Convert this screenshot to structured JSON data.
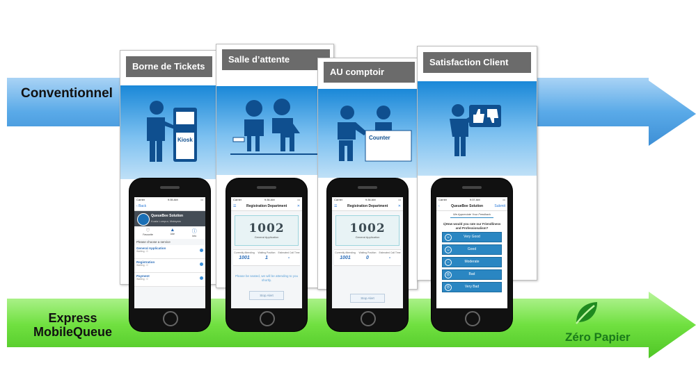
{
  "rows": {
    "conventional_label": "Conventionnel",
    "express_line1": "Express",
    "express_line2": "MobileQueue",
    "paperless_label": "Zéro Papier"
  },
  "colors": {
    "blue_arrow": "#5aaae8",
    "green_arrow": "#70e040",
    "card_title_bg": "#6b6b6b",
    "accent": "#1a88d8"
  },
  "cards": [
    {
      "title": "Borne de Tickets",
      "icon": "kiosk-person-icon",
      "kiosk_label": "Kiosk"
    },
    {
      "title": "Salle d’attente",
      "icon": "waiting-people-icon"
    },
    {
      "title": "AU comptoir",
      "icon": "counter-service-icon",
      "counter_label": "Counter"
    },
    {
      "title": "Satisfaction Client",
      "icon": "thumbs-feedback-icon"
    }
  ],
  "phones": {
    "kiosk": {
      "status_carrier": "Carrier",
      "status_time": "9:35 AM",
      "back_label": "Back",
      "org_name": "QueueBee Solution",
      "org_location": "Kuala Lumpur, Malaysia",
      "actions": [
        "Favourite",
        "Like",
        "Info"
      ],
      "prompt": "Please choose a service",
      "services": [
        {
          "name": "General Application",
          "waiting": "Waiting : 0"
        },
        {
          "name": "Registration",
          "waiting": "Waiting : 0"
        },
        {
          "name": "Payment",
          "waiting": "Waiting : 0"
        }
      ]
    },
    "waiting": {
      "status_carrier": "Carrier",
      "status_time": "9:36 AM",
      "title": "Registration Department",
      "ticket_number": "1002",
      "ticket_service": "General Application",
      "stats": [
        {
          "label": "Currently Attending",
          "value": "1001"
        },
        {
          "label": "Waiting Position",
          "value": "1"
        },
        {
          "label": "Estimated Call Time",
          "value": "-"
        }
      ],
      "note": "Please be seated, we will be attending to you shortly.",
      "stop_alert": "Stop Alert"
    },
    "counter": {
      "status_carrier": "Carrier",
      "status_time": "9:36 AM",
      "title": "Registration Department",
      "ticket_number": "1002",
      "ticket_service": "General Application",
      "stats": [
        {
          "label": "Currently Attending",
          "value": "1001"
        },
        {
          "label": "Waiting Position",
          "value": "0"
        },
        {
          "label": "Estimated Call Time",
          "value": "-"
        }
      ],
      "stop_alert": "Stop Alert"
    },
    "satisfaction": {
      "status_carrier": "Carrier",
      "status_time": "9:37 AM",
      "title": "QueueBee Solution",
      "submit_label": "Submit",
      "subtitle": "We Appreciate Your Feedback",
      "question": "1)How would you rate our Friendliness and Professionalism?",
      "options": [
        "Very Good",
        "Good",
        "Moderate",
        "Bad",
        "Very Bad"
      ]
    }
  }
}
